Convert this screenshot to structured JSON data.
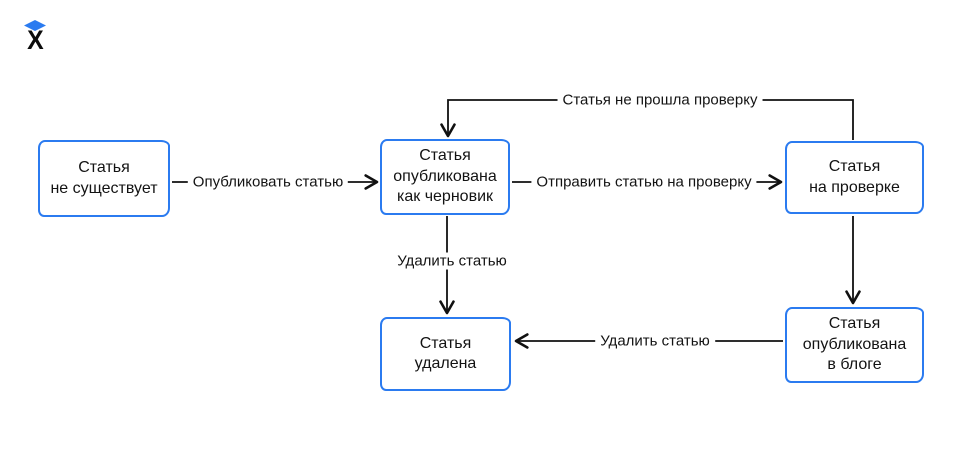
{
  "app": {
    "logo_letter": "X"
  },
  "colors": {
    "accent_blue": "#2b7bf0",
    "line_black": "#111111",
    "background": "#ffffff"
  },
  "diagram": {
    "nodes": [
      {
        "id": "article-not-exists",
        "label": "Статья\nне существует"
      },
      {
        "id": "article-draft",
        "label": "Статья\nопубликована\nкак черновик"
      },
      {
        "id": "article-in-review",
        "label": "Статья\nна проверке"
      },
      {
        "id": "article-deleted",
        "label": "Статья\nудалена"
      },
      {
        "id": "article-published",
        "label": "Статья\nопубликована\nв блоге"
      }
    ],
    "edges": [
      {
        "id": "publish",
        "label": "Опубликовать статью",
        "from": "article-not-exists",
        "to": "article-draft"
      },
      {
        "id": "send-to-review",
        "label": "Отправить статью на проверку",
        "from": "article-draft",
        "to": "article-in-review"
      },
      {
        "id": "failed-review",
        "label": "Статья не прошла проверку",
        "from": "article-in-review",
        "to": "article-draft"
      },
      {
        "id": "delete-draft",
        "label": "Удалить статью",
        "from": "article-draft",
        "to": "article-deleted"
      },
      {
        "id": "approve-publish",
        "label": "",
        "from": "article-in-review",
        "to": "article-published"
      },
      {
        "id": "delete-published",
        "label": "Удалить статью",
        "from": "article-published",
        "to": "article-deleted"
      }
    ]
  }
}
